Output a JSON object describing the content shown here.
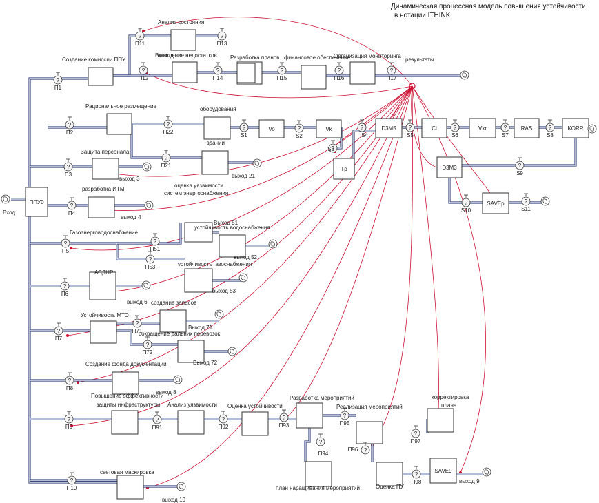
{
  "title_lines": [
    "Динамическая процессная модель повышения устойчивости",
    "в нотации ITHINK"
  ],
  "stocks": [
    {
      "id": "ppu0",
      "label": "ППУ0"
    },
    {
      "id": "s_p1"
    },
    {
      "id": "s_p11"
    },
    {
      "id": "s_p12"
    },
    {
      "id": "s_p13"
    },
    {
      "id": "s_p14"
    },
    {
      "id": "s_p15"
    },
    {
      "id": "s_p10"
    },
    {
      "id": "s_p2"
    },
    {
      "id": "s_oborud"
    },
    {
      "id": "s_zdan"
    },
    {
      "id": "s_vo",
      "label": "Vo"
    },
    {
      "id": "s_vk",
      "label": "Vk"
    },
    {
      "id": "s_tp",
      "label": "Tp"
    },
    {
      "id": "s_d3m5",
      "label": "D3M5"
    },
    {
      "id": "s_ci",
      "label": "Ci"
    },
    {
      "id": "s_vkr",
      "label": "Vkr"
    },
    {
      "id": "s_ras",
      "label": "RAS"
    },
    {
      "id": "s_korr",
      "label": "KORR"
    },
    {
      "id": "s_d3m3",
      "label": "D3M3"
    },
    {
      "id": "s_savep",
      "label": "SAVEр"
    },
    {
      "id": "s_p3"
    },
    {
      "id": "s_p4"
    },
    {
      "id": "s_p51"
    },
    {
      "id": "s_p52"
    },
    {
      "id": "s_p53"
    },
    {
      "id": "s_p6"
    },
    {
      "id": "s_p7"
    },
    {
      "id": "s_p71"
    },
    {
      "id": "s_p72"
    },
    {
      "id": "s_p8"
    },
    {
      "id": "s_p9"
    },
    {
      "id": "s_p91"
    },
    {
      "id": "s_p92"
    },
    {
      "id": "s_p93"
    },
    {
      "id": "s_p94"
    },
    {
      "id": "s_p95"
    },
    {
      "id": "s_p96"
    },
    {
      "id": "s_p97"
    },
    {
      "id": "s_save9",
      "label": "SAVE9"
    },
    {
      "id": "s_p10b"
    }
  ],
  "valves": [
    "П1",
    "П11",
    "П12",
    "П13",
    "П14",
    "П15",
    "П16",
    "П17",
    "П2",
    "П22",
    "П21",
    "S1",
    "S2",
    "S3",
    "S4",
    "S5",
    "S6",
    "S7",
    "S8",
    "S9",
    "S10",
    "S11",
    "П3",
    "П4",
    "П5",
    "П51",
    "П53",
    "П6",
    "П7",
    "П71",
    "П72",
    "П8",
    "П9",
    "П91",
    "П92",
    "П93",
    "П94",
    "П95",
    "П96",
    "П97",
    "П98",
    "П10"
  ],
  "labels": [
    {
      "id": "t_analiz",
      "text": "Анализ состояния"
    },
    {
      "id": "t_vyyavl",
      "text": "Выявление недостатков"
    },
    {
      "id": "t_sozd",
      "text": "Создание комиссии ППУ"
    },
    {
      "id": "t_razrab",
      "text": "Разработка планов"
    },
    {
      "id": "t_fin",
      "text": "финансовое обеспечение"
    },
    {
      "id": "t_org",
      "text": "Организация мониторинга"
    },
    {
      "id": "t_rez",
      "text": "результаты"
    },
    {
      "id": "t_vyhod",
      "text": "выход"
    },
    {
      "id": "t_racion",
      "text": "Рациональное размещение"
    },
    {
      "id": "t_oborud",
      "text": "оборудования"
    },
    {
      "id": "t_zdaniy",
      "text": "здании"
    },
    {
      "id": "t_vyhod21",
      "text": "выход 21"
    },
    {
      "id": "t_zashita",
      "text": "Защита персонала"
    },
    {
      "id": "t_vyhod3",
      "text": "выход 3"
    },
    {
      "id": "t_ocenka_uyaz",
      "text": "оценка уязвимости"
    },
    {
      "id": "t_sist",
      "text": "систем энергоснабжения"
    },
    {
      "id": "t_itm",
      "text": "разработка ИТМ"
    },
    {
      "id": "t_vyhod4",
      "text": "выход 4"
    },
    {
      "id": "t_vyhod51",
      "text": "Выход 51"
    },
    {
      "id": "t_vodo",
      "text": "устойчивость водоснабжения"
    },
    {
      "id": "t_gaz",
      "text": "Газоэнерговодоснабжение"
    },
    {
      "id": "t_vyhod52",
      "text": "выход 52"
    },
    {
      "id": "t_gazsn",
      "text": "устойчивость газоснабжения"
    },
    {
      "id": "t_vyhod53",
      "text": "выход 53"
    },
    {
      "id": "t_asdnr",
      "text": "АСДНР"
    },
    {
      "id": "t_vyhod6",
      "text": "выход 6"
    },
    {
      "id": "t_zapas",
      "text": "создание запасов"
    },
    {
      "id": "t_mto",
      "text": "Устойчивость МТО"
    },
    {
      "id": "t_vyhod71",
      "text": "Выход 71"
    },
    {
      "id": "t_sokr",
      "text": "сокращение дальних перевозок"
    },
    {
      "id": "t_vyhod72",
      "text": "Выход 72"
    },
    {
      "id": "t_fond",
      "text": "Создание фонда документации"
    },
    {
      "id": "t_vyhod8",
      "text": "выход 8"
    },
    {
      "id": "t_povysh",
      "text": "Повышение эффективности"
    },
    {
      "id": "t_zashinf",
      "text": "защиты инфраструктуры"
    },
    {
      "id": "t_analuyaz",
      "text": "Анализ уязвимости"
    },
    {
      "id": "t_ocust",
      "text": "Оценка устойчивости"
    },
    {
      "id": "t_razmer",
      "text": "Разработка мероприятий"
    },
    {
      "id": "t_korrplan1",
      "text": "корректировка"
    },
    {
      "id": "t_korrplan2",
      "text": "плана"
    },
    {
      "id": "t_realiz",
      "text": "Реализация мероприятий"
    },
    {
      "id": "t_plan",
      "text": "план наращивания мероприятий"
    },
    {
      "id": "t_ocpu",
      "text": "Оценка ПУ"
    },
    {
      "id": "t_vyhod9",
      "text": "выход 9"
    },
    {
      "id": "t_svet",
      "text": "световая маскировка"
    },
    {
      "id": "t_vyhod10",
      "text": "выход 10"
    },
    {
      "id": "t_vhod",
      "text": "Вход"
    }
  ]
}
